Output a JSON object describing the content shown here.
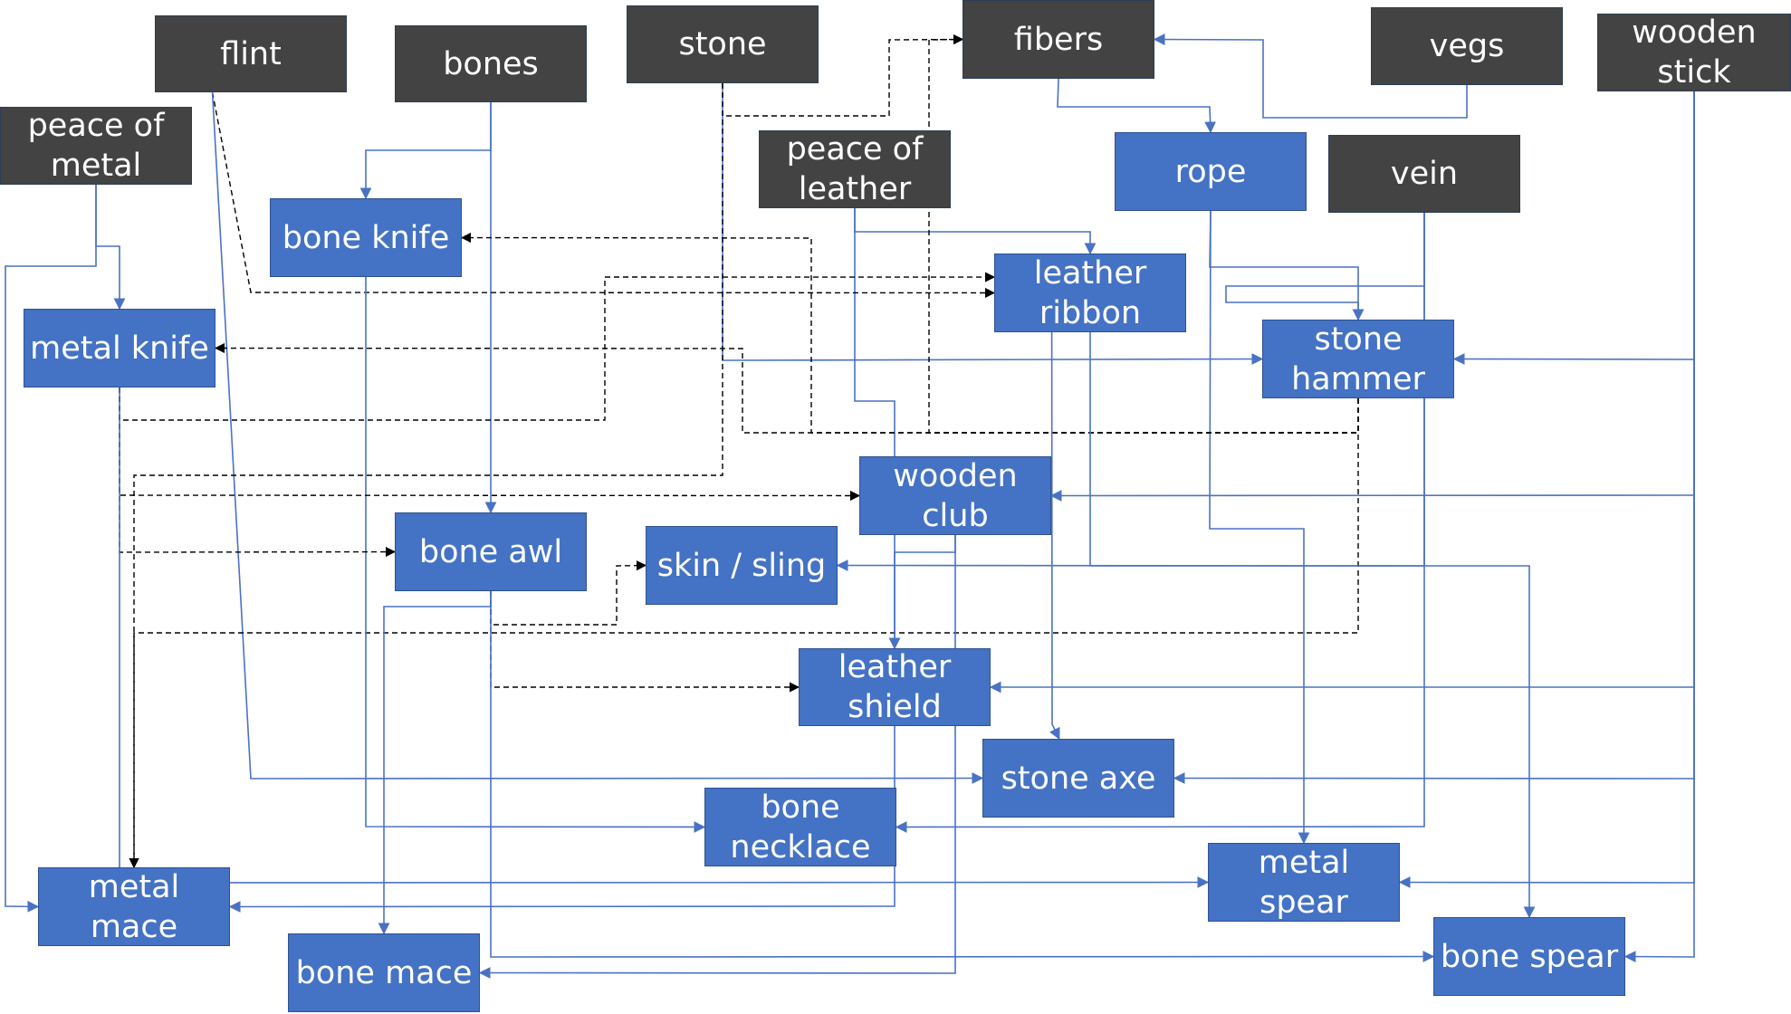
{
  "colors": {
    "raw_fill": "#434343",
    "craft_fill": "#4472c4",
    "text": "#ffffff",
    "solid_connector": "#4a72c4",
    "dashed_connector": "#000000"
  },
  "nodes": {
    "flint": {
      "label": "flint",
      "kind": "raw"
    },
    "bones": {
      "label": "bones",
      "kind": "raw"
    },
    "stone": {
      "label": "stone",
      "kind": "raw"
    },
    "fibers": {
      "label": "fibers",
      "kind": "raw"
    },
    "vegs": {
      "label": "vegs",
      "kind": "raw"
    },
    "wooden_stick": {
      "label": "wooden\nstick",
      "kind": "raw"
    },
    "peace_of_metal": {
      "label": "peace of\nmetal",
      "kind": "raw"
    },
    "peace_of_leather": {
      "label": "peace of\nleather",
      "kind": "raw"
    },
    "vein": {
      "label": "vein",
      "kind": "raw"
    },
    "rope": {
      "label": "rope",
      "kind": "craft"
    },
    "bone_knife": {
      "label": "bone knife",
      "kind": "craft"
    },
    "leather_ribbon": {
      "label": "leather\nribbon",
      "kind": "craft"
    },
    "metal_knife": {
      "label": "metal knife",
      "kind": "craft"
    },
    "stone_hammer": {
      "label": "stone\nhammer",
      "kind": "craft"
    },
    "wooden_club": {
      "label": "wooden\nclub",
      "kind": "craft"
    },
    "bone_awl": {
      "label": "bone awl",
      "kind": "craft"
    },
    "skin_sling": {
      "label": "skin / sling",
      "kind": "craft"
    },
    "leather_shield": {
      "label": "leather\nshield",
      "kind": "craft"
    },
    "stone_axe": {
      "label": "stone axe",
      "kind": "craft"
    },
    "bone_necklace": {
      "label": "bone\nnecklace",
      "kind": "craft"
    },
    "metal_spear": {
      "label": "metal spear",
      "kind": "craft"
    },
    "metal_mace": {
      "label": "metal mace",
      "kind": "craft"
    },
    "bone_mace": {
      "label": "bone mace",
      "kind": "craft"
    },
    "bone_spear": {
      "label": "bone spear",
      "kind": "craft"
    }
  },
  "connections": [
    {
      "from": "fibers",
      "to": "rope",
      "style": "solid"
    },
    {
      "from": "vegs",
      "to": "fibers",
      "style": "solid"
    },
    {
      "from": "stone",
      "to": "fibers",
      "style": "dashed"
    },
    {
      "from": "bones",
      "to": "bone_knife",
      "style": "solid"
    },
    {
      "from": "bones",
      "to": "bone_awl",
      "style": "solid"
    },
    {
      "from": "peace_of_metal",
      "to": "metal_knife",
      "style": "solid"
    },
    {
      "from": "peace_of_metal",
      "to": "metal_mace",
      "style": "solid"
    },
    {
      "from": "peace_of_leather",
      "to": "leather_ribbon",
      "style": "solid"
    },
    {
      "from": "peace_of_leather",
      "to": "leather_shield",
      "style": "solid"
    },
    {
      "from": "flint",
      "to": "leather_ribbon",
      "style": "dashed"
    },
    {
      "from": "flint",
      "to": "stone_axe",
      "style": "solid"
    },
    {
      "from": "stone",
      "to": "stone_hammer",
      "style": "solid"
    },
    {
      "from": "stone",
      "to": "metal_mace",
      "style": "dashed"
    },
    {
      "from": "rope",
      "to": "stone_hammer",
      "style": "solid"
    },
    {
      "from": "rope",
      "to": "metal_spear",
      "style": "solid"
    },
    {
      "from": "vein",
      "to": "stone_hammer",
      "style": "solid"
    },
    {
      "from": "vein",
      "to": "skin_sling",
      "style": "solid"
    },
    {
      "from": "vein",
      "to": "bone_necklace",
      "style": "solid"
    },
    {
      "from": "wooden_stick",
      "to": "stone_hammer",
      "style": "solid"
    },
    {
      "from": "wooden_stick",
      "to": "wooden_club",
      "style": "solid"
    },
    {
      "from": "wooden_stick",
      "to": "leather_shield",
      "style": "solid"
    },
    {
      "from": "wooden_stick",
      "to": "stone_axe",
      "style": "solid"
    },
    {
      "from": "wooden_stick",
      "to": "metal_spear",
      "style": "solid"
    },
    {
      "from": "wooden_stick",
      "to": "bone_spear",
      "style": "solid"
    },
    {
      "from": "stone_hammer",
      "to": "bone_knife",
      "style": "dashed"
    },
    {
      "from": "stone_hammer",
      "to": "metal_knife",
      "style": "dashed"
    },
    {
      "from": "stone_hammer",
      "to": "fibers",
      "style": "dashed"
    },
    {
      "from": "stone_hammer",
      "to": "metal_mace",
      "style": "dashed"
    },
    {
      "from": "leather_ribbon",
      "to": "stone_axe",
      "style": "solid"
    },
    {
      "from": "leather_ribbon",
      "to": "bone_spear",
      "style": "solid"
    },
    {
      "from": "bone_knife",
      "to": "bone_necklace",
      "style": "solid"
    },
    {
      "from": "metal_knife",
      "to": "leather_ribbon",
      "style": "dashed"
    },
    {
      "from": "metal_knife",
      "to": "wooden_club",
      "style": "dashed"
    },
    {
      "from": "metal_knife",
      "to": "bone_awl",
      "style": "dashed"
    },
    {
      "from": "metal_knife",
      "to": "metal_spear",
      "style": "solid"
    },
    {
      "from": "bone_awl",
      "to": "skin_sling",
      "style": "dashed"
    },
    {
      "from": "bone_awl",
      "to": "leather_shield",
      "style": "dashed"
    },
    {
      "from": "bone_awl",
      "to": "bone_mace",
      "style": "solid"
    },
    {
      "from": "bone_awl",
      "to": "bone_spear",
      "style": "solid"
    },
    {
      "from": "wooden_club",
      "to": "leather_shield",
      "style": "solid"
    },
    {
      "from": "wooden_club",
      "to": "bone_mace",
      "style": "solid"
    },
    {
      "from": "leather_shield",
      "to": "metal_mace",
      "style": "solid"
    }
  ]
}
